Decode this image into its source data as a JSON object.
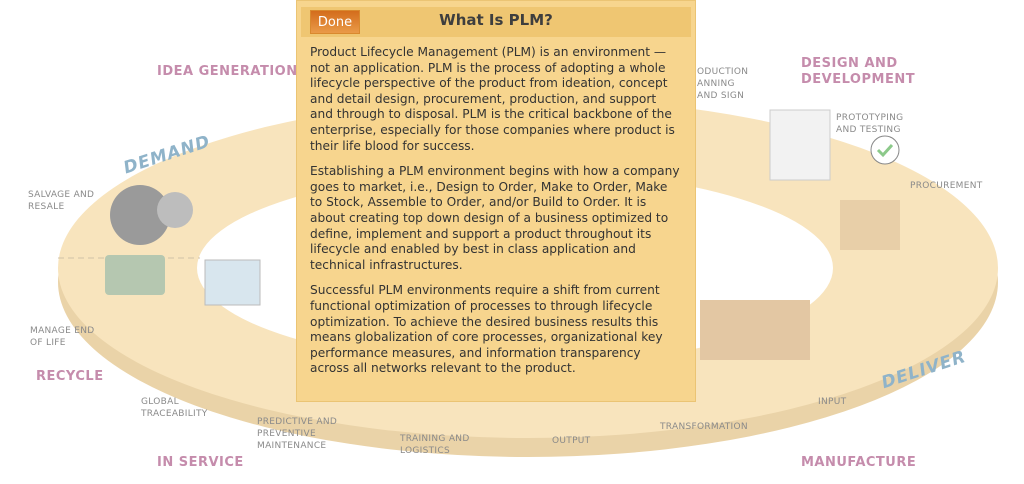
{
  "popup": {
    "done_label": "Done",
    "title": "What Is PLM?",
    "paragraphs": [
      "Product Lifecycle Management (PLM) is an environment — not an application. PLM is the process of adopting a whole lifecycle perspective of the product from ideation, concept and detail design, procurement, production, and support and through to disposal. PLM is the critical backbone of the enterprise, especially for those companies where product is their life blood for success.",
      "Establishing a PLM environment begins with how a company goes to market, i.e., Design to Order, Make to Order, Make to Stock, Assemble to Order, and/or Build to Order. It is about creating top down design of a business optimized to define, implement and support a product throughout its lifecycle and enabled by best in class application and technical infrastructures.",
      "Successful PLM environments require a shift from current functional optimization of processes to through lifecycle optimization. To achieve the desired business results this means globalization of core processes, organizational key performance measures, and information transparency across all networks relevant to the product."
    ]
  },
  "diagram": {
    "stages": {
      "idea": "IDEA GENERATION",
      "design": "DESIGN AND DEVELOPMENT",
      "recycle": "RECYCLE",
      "service": "IN SERVICE",
      "manufacture": "MANUFACTURE"
    },
    "directions": {
      "demand": "DEMAND",
      "deliver": "DELIVER"
    },
    "labels": {
      "salvage": "SALVAGE AND RESALE",
      "manage": "MANAGE END OF LIFE",
      "traceability": "GLOBAL TRACEABILITY",
      "predictive": "PREDICTIVE AND PREVENTIVE MAINTENANCE",
      "training": "TRAINING AND LOGISTICS",
      "output": "OUTPUT",
      "transformation": "TRANSFORMATION",
      "input": "INPUT",
      "procurement": "PROCUREMENT",
      "prototyping": "PROTOTYPING AND TESTING",
      "production": "ODUCTION ANNING AND SIGN"
    }
  }
}
